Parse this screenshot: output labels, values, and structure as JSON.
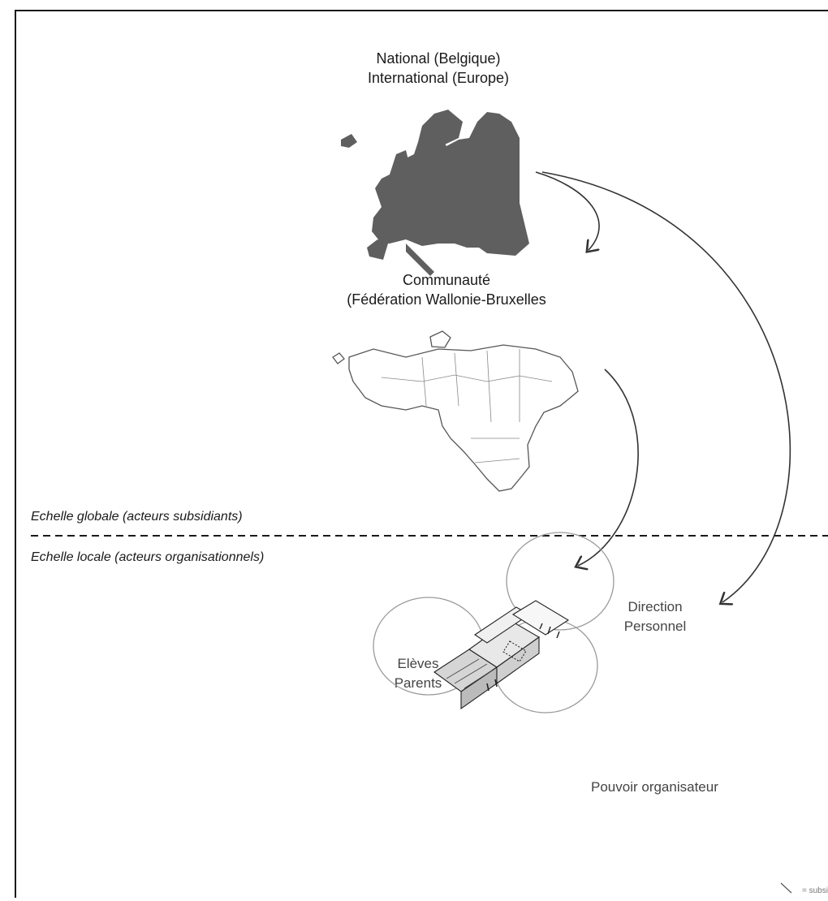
{
  "labels": {
    "national": "National (Belgique)",
    "international": "International (Europe)",
    "communaute_1": "Communauté",
    "communaute_2": "(Fédération Wallonie-Bruxelles",
    "direction": "Direction",
    "personnel": "Personnel",
    "eleves": "Elèves",
    "parents": "Parents",
    "pouvoir": "Pouvoir organisateur",
    "legend": "= subsi"
  },
  "scales": {
    "global": "Echelle globale (acteurs subsidiants)",
    "local": "Echelle locale (acteurs organisationnels)"
  },
  "icons": [
    "europe-map-icon",
    "wallonia-map-icon",
    "school-building-icon",
    "arrow-icon"
  ],
  "colors": {
    "map_fill": "#5f5f5f",
    "line": "#333333",
    "circle": "#9a9a9a"
  }
}
